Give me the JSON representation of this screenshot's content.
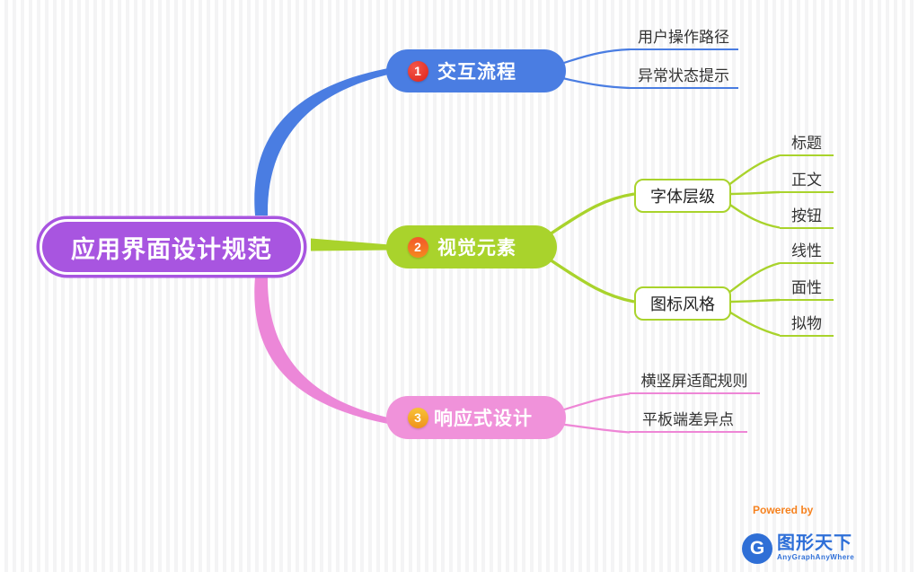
{
  "central": {
    "label": "应用界面设计规范",
    "color": "#a855e0"
  },
  "branches": [
    {
      "badge": "1",
      "label": "交互流程",
      "color": "#4a7de2",
      "badge_color": "#e0372a",
      "leaves": [
        "用户操作路径",
        "异常状态提示"
      ]
    },
    {
      "badge": "2",
      "label": "视觉元素",
      "color": "#a9d32c",
      "badge_color": "#f4562c",
      "subnodes": [
        {
          "label": "字体层级",
          "leaves": [
            "标题",
            "正文",
            "按钮"
          ]
        },
        {
          "label": "图标风格",
          "leaves": [
            "线性",
            "面性",
            "拟物"
          ]
        }
      ]
    },
    {
      "badge": "3",
      "label": "响应式设计",
      "color": "#f092da",
      "badge_color": "#f2a226",
      "leaves": [
        "横竖屏适配规则",
        "平板端差异点"
      ]
    }
  ],
  "footer": {
    "powered_by": "Powered by",
    "logo_letter": "G",
    "brand": "图形天下",
    "brand_sub": "AnyGraphAnyWhere"
  }
}
